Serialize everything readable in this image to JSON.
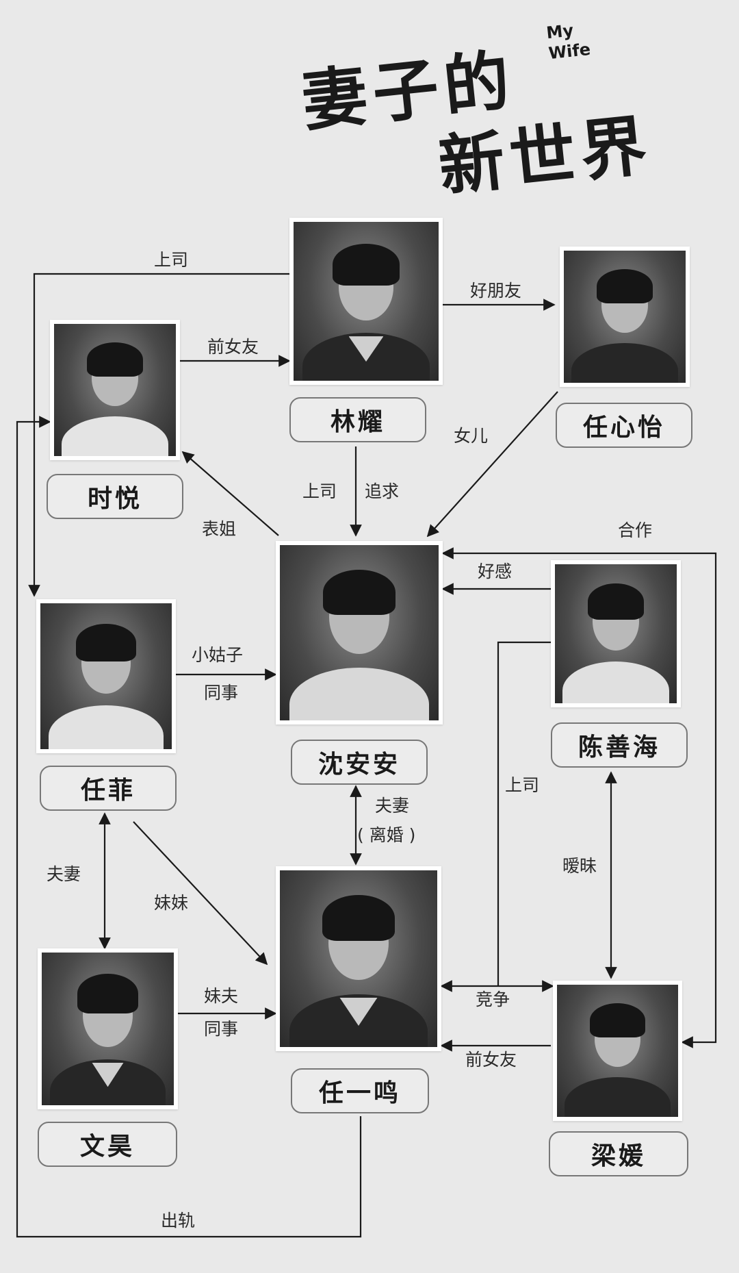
{
  "title": {
    "cn_line1": "妻子的",
    "cn_line2": "新世界",
    "en_line1": "My",
    "en_line2": "Wife"
  },
  "characters": {
    "linyao": "林耀",
    "renxinyi": "任心怡",
    "shiyue": "时悦",
    "shenanan": "沈安安",
    "renfei": "任菲",
    "chenshanhai": "陈善海",
    "renyiming": "任一鸣",
    "wenhao": "文昊",
    "liangyuan": "梁媛"
  },
  "relations": {
    "linyao_to_renfei": "上司",
    "linyao_to_renxinyi": "好朋友",
    "shiyue_to_linyao": "前女友",
    "renxinyi_to_shenanan": "女儿",
    "linyao_to_shenanan_1": "上司",
    "linyao_to_shenanan_2": "追求",
    "shenanan_to_shiyue": "表姐",
    "liangyuan_shenanan": "合作",
    "chenshanhai_to_shenanan": "好感",
    "renfei_to_shenanan_1": "小姑子",
    "renfei_to_shenanan_2": "同事",
    "chenshanhai_to_renyiming": "上司",
    "shenanan_renyiming_1": "夫妻",
    "shenanan_renyiming_2": "( 离婚 )",
    "renfei_wenhao": "夫妻",
    "chenshanhai_liangyuan": "暧昧",
    "renfei_to_renyiming": "妹妹",
    "wenhao_to_renyiming_1": "妹夫",
    "wenhao_to_renyiming_2": "同事",
    "renyiming_liangyuan": "竞争",
    "liangyuan_to_renyiming": "前女友",
    "renyiming_to_shiyue": "出轨"
  }
}
